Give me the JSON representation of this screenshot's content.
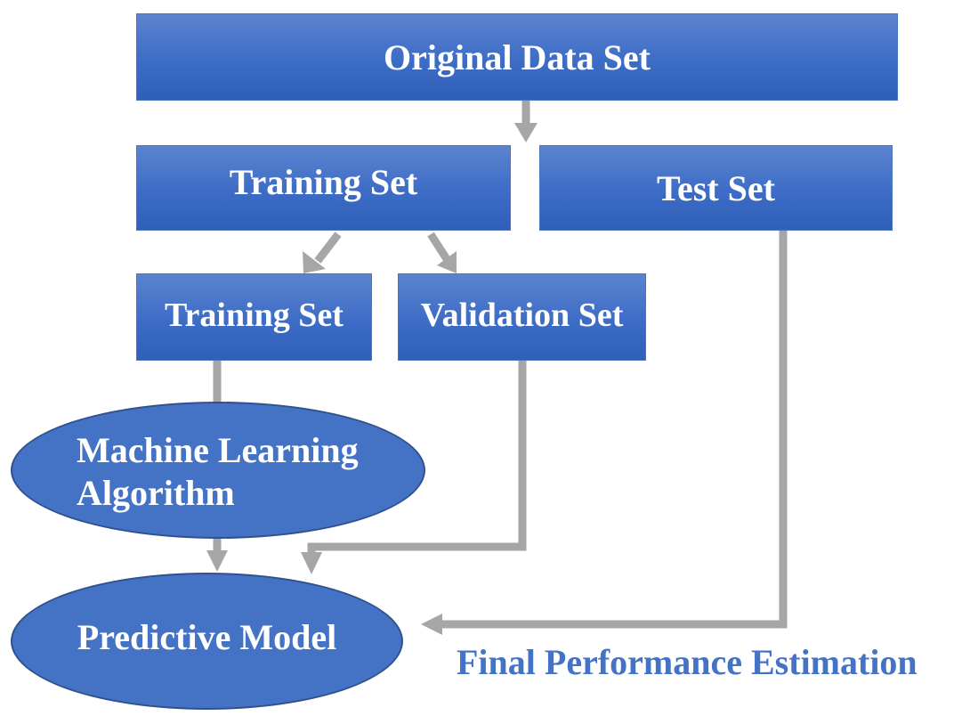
{
  "diagram": {
    "nodes": {
      "original": {
        "label": "Original Data Set"
      },
      "training_outer": {
        "label": "Training Set"
      },
      "test": {
        "label": "Test Set"
      },
      "training_inner": {
        "label": "Training Set"
      },
      "validation": {
        "label": "Validation Set"
      },
      "ml_algorithm": {
        "line1": "Machine Learning",
        "line2": "Algorithm"
      },
      "predictive_model": {
        "label": "Predictive Model"
      }
    },
    "caption": "Final Performance Estimation",
    "edges": [
      {
        "from": "original",
        "to": "training_outer"
      },
      {
        "from": "training_outer",
        "to": "training_inner"
      },
      {
        "from": "training_outer",
        "to": "validation"
      },
      {
        "from": "training_inner",
        "to": "ml_algorithm"
      },
      {
        "from": "ml_algorithm",
        "to": "predictive_model"
      },
      {
        "from": "validation",
        "to": "predictive_model"
      },
      {
        "from": "test",
        "to": "predictive_model"
      }
    ],
    "colors": {
      "node_fill": "#4472c4",
      "connector": "#a6a6a6",
      "caption": "#4472c4"
    }
  }
}
